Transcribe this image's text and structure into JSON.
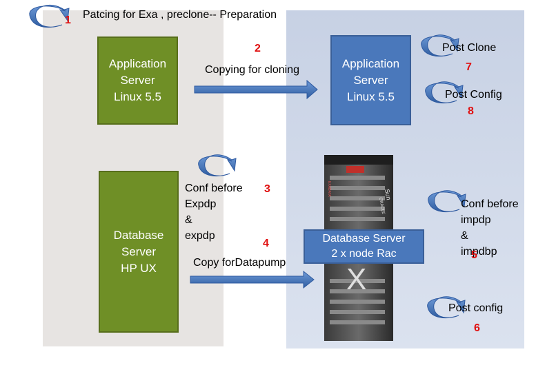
{
  "title": "Patcing for Exa , preclone-- Preparation",
  "left": {
    "app_server": [
      "Application",
      "Server",
      "Linux 5.5"
    ],
    "db_server": [
      "Database",
      "Server",
      "HP UX"
    ]
  },
  "right": {
    "app_server": [
      "Application",
      "Server",
      "Linux 5.5"
    ],
    "db_server": [
      "Database Server",
      "2 x node Rac"
    ]
  },
  "steps": {
    "s1": {
      "num": "1"
    },
    "s2": {
      "num": "2",
      "label": "Copying for cloning"
    },
    "s3": {
      "num": "3",
      "lines": [
        "Conf before",
        "Expdp",
        "&",
        "expdp"
      ]
    },
    "s4": {
      "num": "4",
      "label": "Copy forDatapump"
    },
    "s5": {
      "num": "5",
      "lines": [
        "Conf before",
        "impdp",
        "&",
        "impdbp"
      ]
    },
    "s6": {
      "num": "6",
      "label": "Post config"
    },
    "s7": {
      "num": "7",
      "label": "Post Clone"
    },
    "s8": {
      "num": "8",
      "label": "Post Config"
    }
  },
  "rack": {
    "brand": "Sun",
    "vendor": "ORACLE",
    "name": "EXADATA",
    "mark": "X"
  },
  "colors": {
    "green": "#6f8f26",
    "blue": "#4a78bb",
    "arrow": "#3c6db5",
    "number": "#e01010"
  }
}
